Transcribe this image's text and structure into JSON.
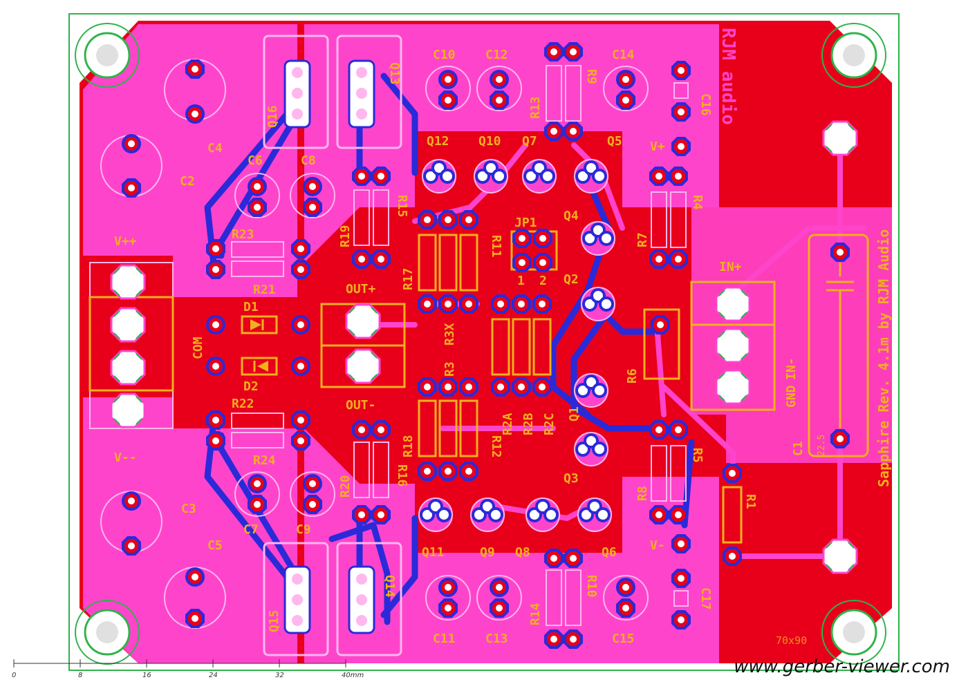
{
  "board": {
    "brand_text": "RJM audio",
    "revision_text": "Sapphire Rev. 4.1m by RJM Audio",
    "size_text": "70x90",
    "colors": {
      "copper_top": "#e8001b",
      "silk_fill": "#ff44cc",
      "trace_bottom": "#2a2ad8",
      "pad_copper": "#e8001b",
      "silkscreen": "#f2b01e",
      "board_edge": "#2fb34a"
    }
  },
  "connector_labels": {
    "vpp": "V++",
    "vmm": "V--",
    "com": "COM",
    "out_plus": "OUT+",
    "out_minus": "OUT-",
    "in_plus": "IN+",
    "in_minus": "IN-",
    "gnd": "GND",
    "v_plus": "V+",
    "v_minus": "V-"
  },
  "designators": {
    "C1": "C1",
    "C2": "C2",
    "C3": "C3",
    "C4": "C4",
    "C5": "C5",
    "C6": "C6",
    "C7": "C7",
    "C8": "C8",
    "C9": "C9",
    "C10": "C10",
    "C11": "C11",
    "C12": "C12",
    "C13": "C13",
    "C14": "C14",
    "C15": "C15",
    "C16": "C16",
    "C17": "C17",
    "D1": "D1",
    "D2": "D2",
    "Q1": "Q1",
    "Q2": "Q2",
    "Q3": "Q3",
    "Q4": "Q4",
    "Q5": "Q5",
    "Q6": "Q6",
    "Q7": "Q7",
    "Q8": "Q8",
    "Q9": "Q9",
    "Q10": "Q10",
    "Q11": "Q11",
    "Q12": "Q12",
    "Q13": "Q13",
    "Q14": "Q14",
    "Q15": "Q15",
    "Q16": "Q16",
    "R1": "R1",
    "R2A": "R2A",
    "R2B": "R2B",
    "R2C": "R2C",
    "R3": "R3",
    "R3X": "R3X",
    "R4": "R4",
    "R5": "R5",
    "R6": "R6",
    "R7": "R7",
    "R8": "R8",
    "R9": "R9",
    "R10": "R10",
    "R11": "R11",
    "R12": "R12",
    "R13": "R13",
    "R14": "R14",
    "R15": "R15",
    "R16": "R16",
    "R17": "R17",
    "R18": "R18",
    "R19": "R19",
    "R20": "R20",
    "R21": "R21",
    "R22": "R22",
    "R23": "R23",
    "R24": "R24",
    "JP1": "JP1",
    "JP1_pin1": "1",
    "JP1_pin2": "2",
    "C1_value": "22.5"
  },
  "ruler": {
    "ticks": [
      "0",
      "8",
      "16",
      "24",
      "32",
      "40mm"
    ]
  },
  "watermark": "www.gerber-viewer.com"
}
